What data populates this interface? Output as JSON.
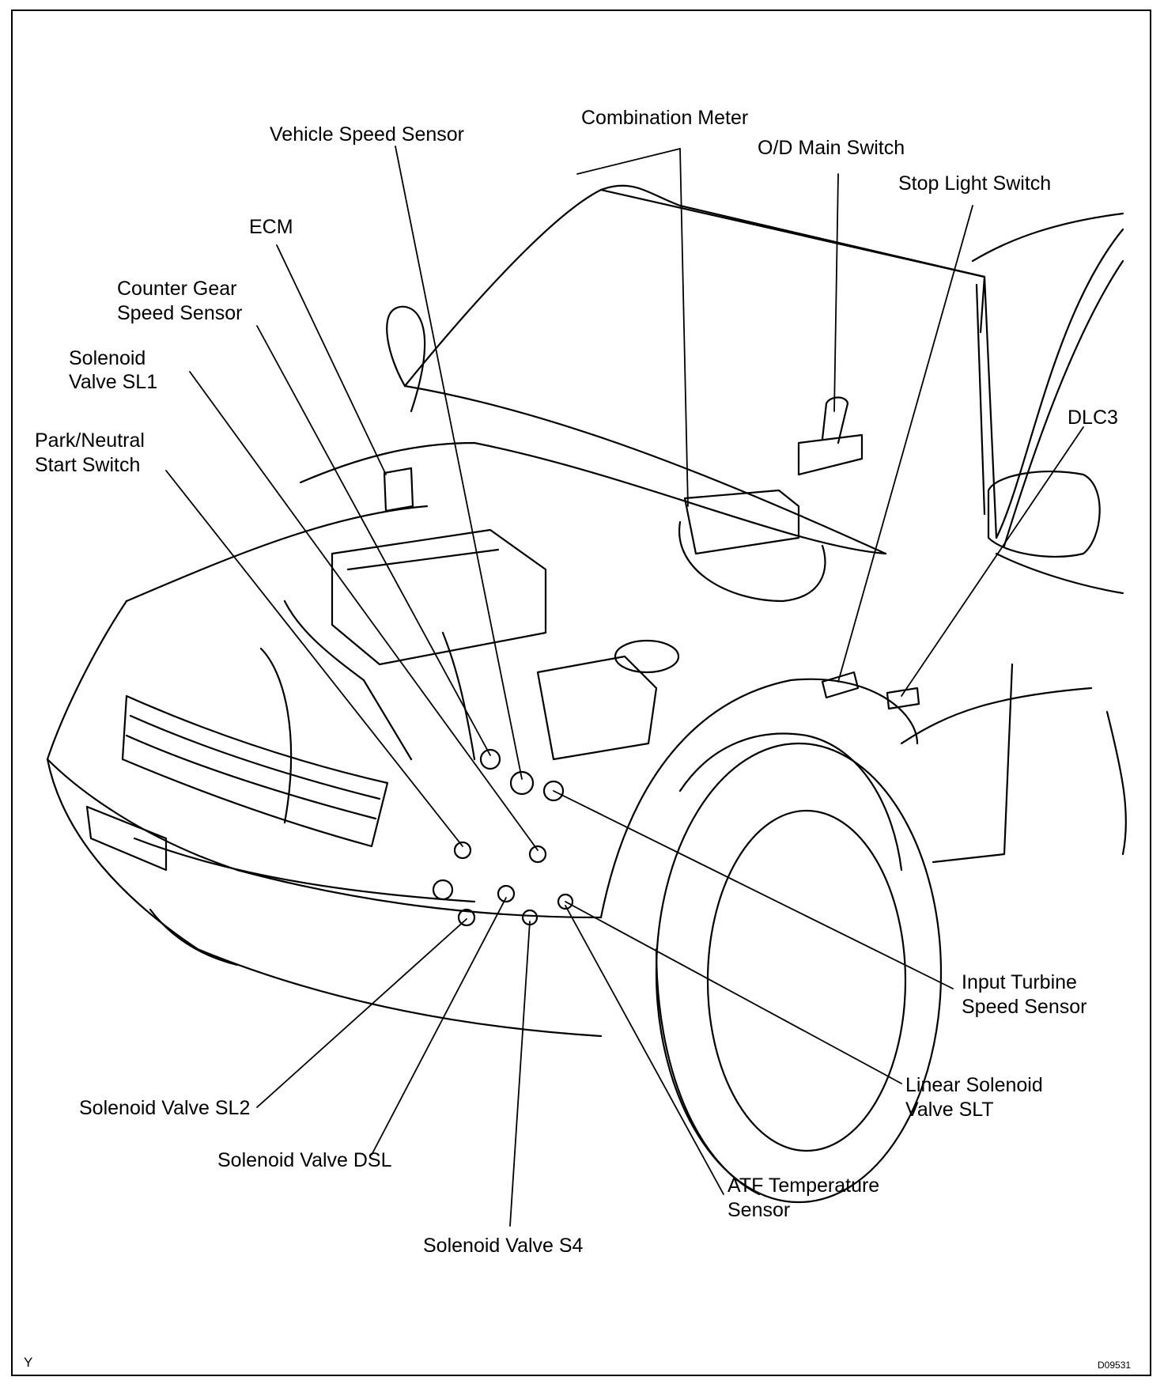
{
  "labels": {
    "combination_meter": "Combination Meter",
    "vehicle_speed_sensor": "Vehicle Speed Sensor",
    "od_main_switch": "O/D Main Switch",
    "stop_light_switch": "Stop Light Switch",
    "ecm": "ECM",
    "counter_gear_1": "Counter Gear",
    "counter_gear_2": "Speed Sensor",
    "solenoid_sl1_1": "Solenoid",
    "solenoid_sl1_2": "Valve SL1",
    "park_neutral_1": "Park/Neutral",
    "park_neutral_2": "Start Switch",
    "dlc3": "DLC3",
    "input_turbine_1": "Input Turbine",
    "input_turbine_2": "Speed Sensor",
    "linear_slt_1": "Linear Solenoid",
    "linear_slt_2": "Valve SLT",
    "solenoid_sl2": "Solenoid Valve SL2",
    "solenoid_dsl": "Solenoid Valve DSL",
    "atf_temp_1": "ATF Temperature",
    "atf_temp_2": "Sensor",
    "solenoid_s4": "Solenoid Valve S4"
  },
  "corner_left": "Y",
  "corner_right": "D09531"
}
